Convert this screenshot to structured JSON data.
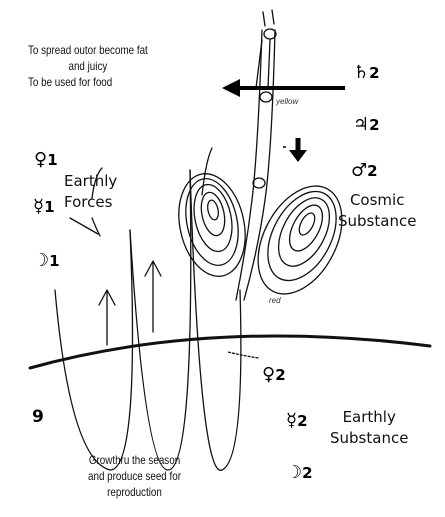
{
  "top_note": {
    "line1": "To spread outor become fat",
    "line2": "and juicy",
    "line3": "To be used for food"
  },
  "bottom_note": {
    "line1": "Growthru the season",
    "line2": "and    produce seed for",
    "line3": "reproduction"
  },
  "labels": {
    "earthly_forces": [
      "Earthly",
      "Forces"
    ],
    "cosmic_substance": [
      "Cosmic",
      "Substance"
    ],
    "earthly_substance": [
      "Earthly",
      "Substance"
    ],
    "figure_number": "9"
  },
  "annotations": {
    "yellow": "yellow",
    "red": "red"
  },
  "planet_symbols": {
    "left_column": [
      {
        "glyph": "♀",
        "value": "1",
        "icon": "venus-icon"
      },
      {
        "glyph": "☿",
        "value": "1",
        "icon": "mercury-icon"
      },
      {
        "glyph": "☽",
        "value": "1",
        "icon": "moon-icon"
      }
    ],
    "right_upper": [
      {
        "glyph": "♄",
        "value": "2",
        "icon": "saturn-icon"
      },
      {
        "glyph": "♃",
        "value": "2",
        "icon": "jupiter-icon"
      },
      {
        "glyph": "♂",
        "value": "2",
        "icon": "mars-icon"
      }
    ],
    "right_lower": [
      {
        "glyph": "♀",
        "value": "2",
        "icon": "venus-icon"
      },
      {
        "glyph": "☿",
        "value": "2",
        "icon": "mercury-icon"
      },
      {
        "glyph": "☽",
        "value": "2",
        "icon": "moon-icon"
      }
    ]
  },
  "colors": {
    "ink": "#111111",
    "background": "#ffffff"
  }
}
